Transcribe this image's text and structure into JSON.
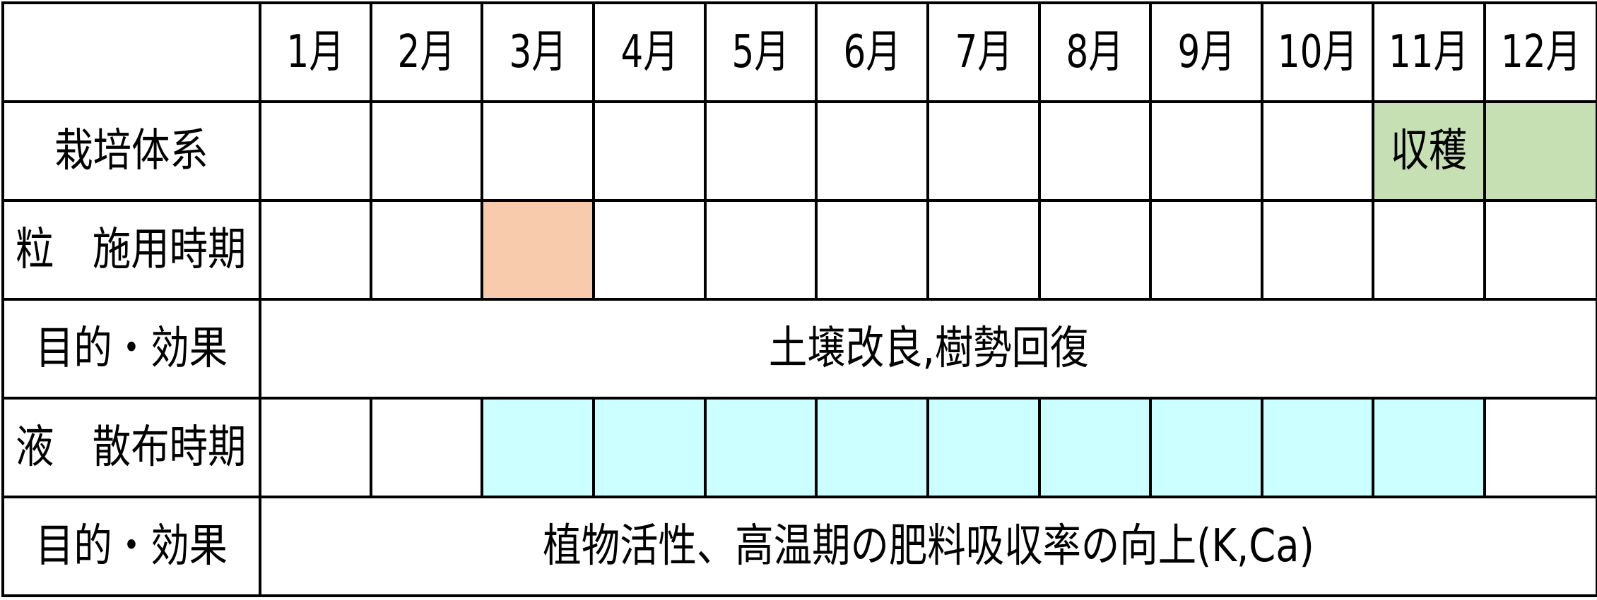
{
  "header": {
    "months": [
      "1月",
      "2月",
      "3月",
      "4月",
      "5月",
      "6月",
      "7月",
      "8月",
      "9月",
      "10月",
      "11月",
      "12月"
    ]
  },
  "rows": {
    "cultivation": {
      "label": "栽培体系",
      "harvest_label": "収穫",
      "harvest_color": "#c6e0b4"
    },
    "granular": {
      "label": "粒　施用時期",
      "color": "#f8cbad"
    },
    "purpose1": {
      "label": "目的・効果",
      "text": "土壌改良,樹勢回復"
    },
    "liquid": {
      "label": "液　散布時期",
      "color": "#ccffff"
    },
    "purpose2": {
      "label": "目的・効果",
      "text": "植物活性、高温期の肥料吸収率の向上(K,Ca)"
    }
  }
}
